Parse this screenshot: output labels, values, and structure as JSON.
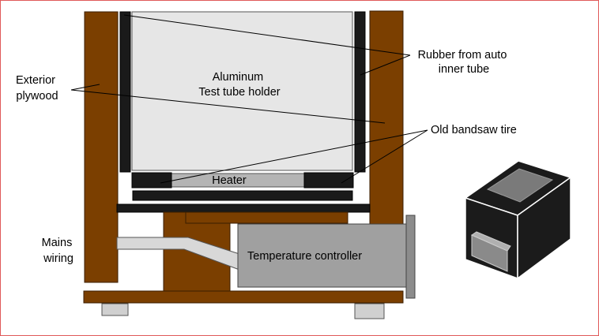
{
  "colors": {
    "frame_border": "#e05a5a",
    "plywood": "#7b3f00",
    "rubber": "#1a1a1a",
    "aluminum": "#e6e6e6",
    "heater": "#b4b4b4",
    "controller": "#a0a0a0",
    "feet": "#d0d0d0",
    "wiring": "#d8d8d8",
    "cube_top_panel": "#7a7a7a"
  },
  "labels": {
    "exterior_plywood": [
      "Exterior",
      "plywood"
    ],
    "aluminum_holder": [
      "Aluminum",
      "Test tube holder"
    ],
    "rubber": [
      "Rubber from auto",
      "inner tube"
    ],
    "bandsaw_tire": "Old bandsaw tire",
    "heater": "Heater",
    "mains_wiring": [
      "Mains",
      "wiring"
    ],
    "temperature_controller": "Temperature controller"
  },
  "icons": {
    "enclosure_preview": "3d-box-icon"
  }
}
